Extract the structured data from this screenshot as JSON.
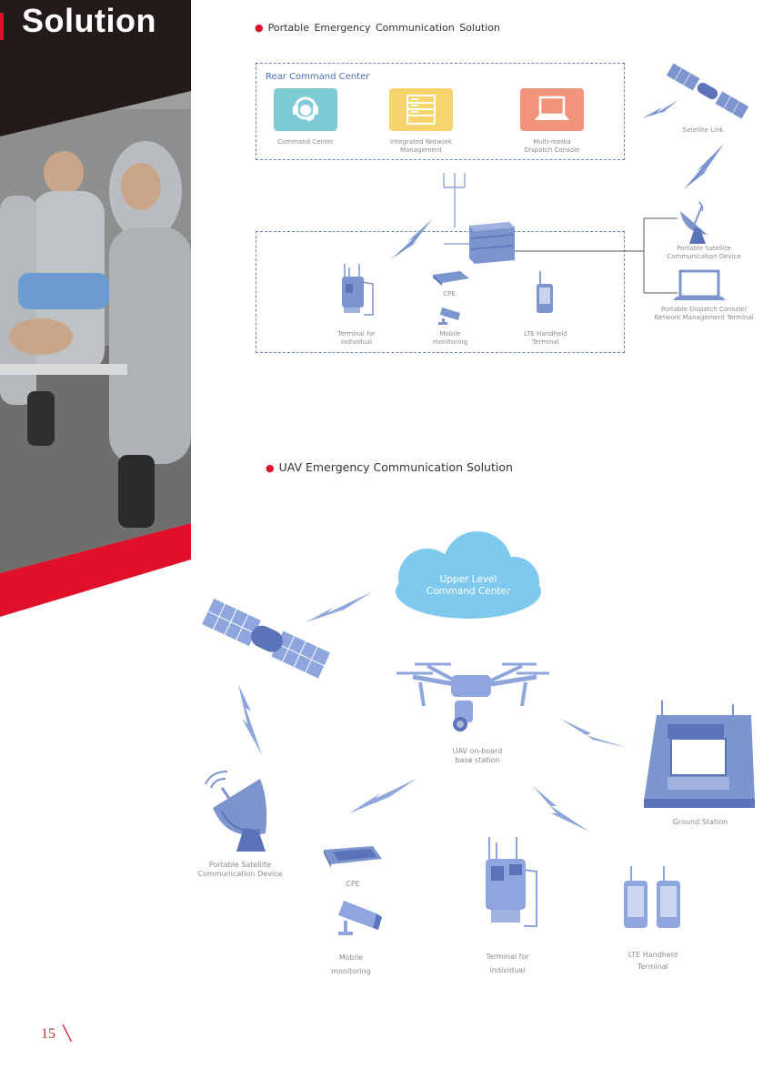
{
  "page": {
    "title": "Solution",
    "number": "15"
  },
  "section1": {
    "heading": "Portable Emergency Communication Solution",
    "rear_box_label": "Rear Command Center",
    "tiles": [
      {
        "label": "Command Center",
        "icon": "headset-icon",
        "color": "#7ecbd6"
      },
      {
        "label": "Integrated Network\nManagement",
        "icon": "server-icon",
        "color": "#f7d56c"
      },
      {
        "label": "Multi-media\nDispatch Console",
        "icon": "laptop-icon",
        "color": "#f2947c"
      }
    ],
    "satellite_link": "Satellite Link",
    "portable_satellite": "Portable Satellite\nCommunication Device",
    "portable_dispatch": "Portable Dispatch Console/\nNetwork Management Terminal",
    "terminal_individual": "Terminal for\nindividual",
    "cpe": "CPE",
    "mobile_monitoring": "Mobile\nmonitoring",
    "lte_handheld": "LTE Handheld\nTerminal"
  },
  "section2": {
    "heading": "UAV Emergency Communication Solution",
    "cloud": "Upper Level\nCommand Center",
    "uav": "UAV on-board\nbase station",
    "ground_station": "Ground Station",
    "portable_satellite": "Portable Satellite\nCommunication Device",
    "cpe": "CPE",
    "mobile_monitoring": "Mobile\nmonitoring",
    "terminal_individual": "Terminal for\nindividual",
    "lte_handheld": "LTE Handheld\nTerminal"
  },
  "colors": {
    "accent_red": "#e0102a",
    "icon_blue": "#7d95cf",
    "dark_blue": "#5b73b8",
    "cloud": "#7fc9ef",
    "box_border": "#6b84c4"
  }
}
